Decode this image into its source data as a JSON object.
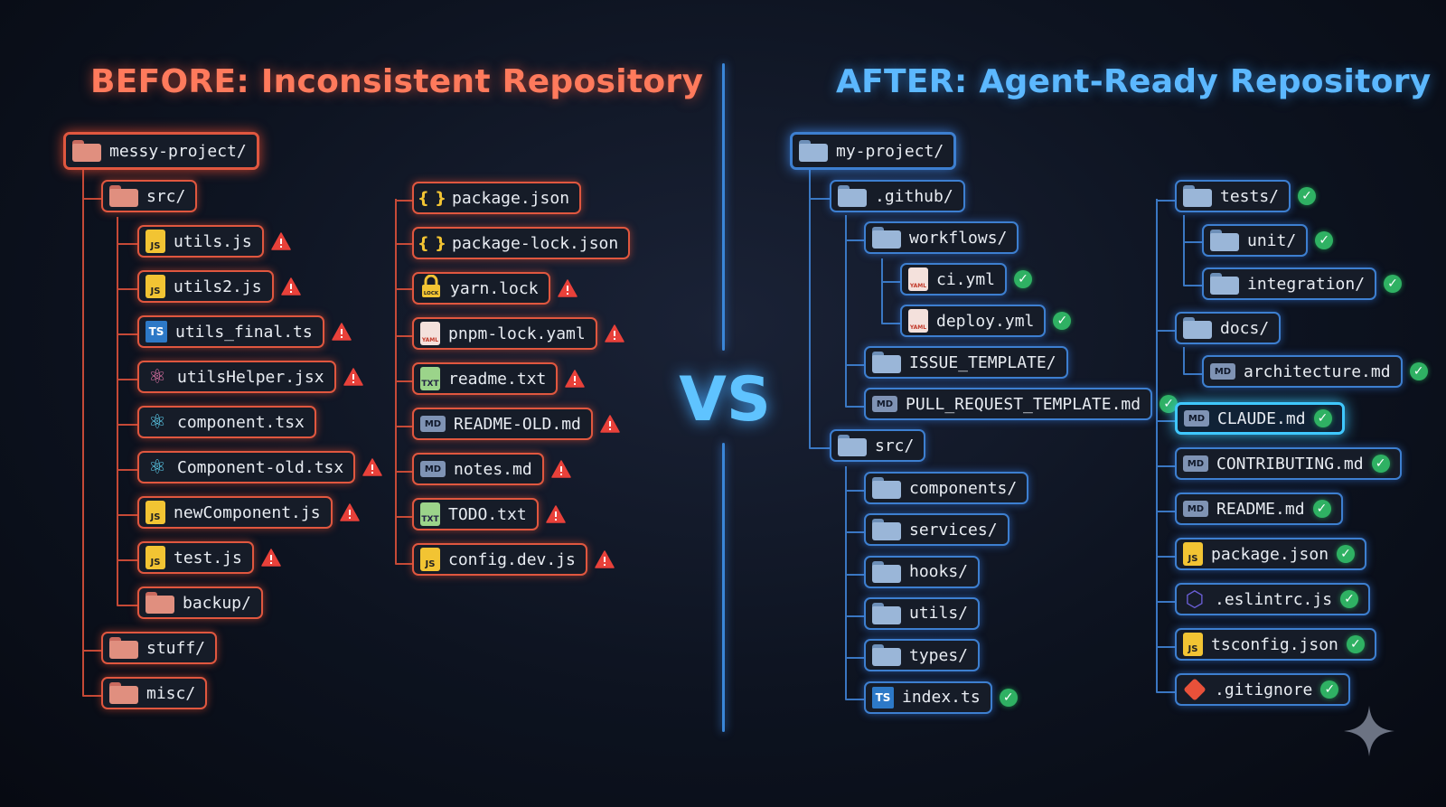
{
  "before": {
    "title": "BEFORE: Inconsistent Repository",
    "root": "messy-project/",
    "src": "src/",
    "src_items": [
      "utils.js",
      "utils2.js",
      "utils_final.ts",
      "utilsHelper.jsx",
      "component.tsx",
      "Component-old.tsx",
      "newComponent.js",
      "test.js",
      "backup/"
    ],
    "stuff": "stuff/",
    "misc": "misc/",
    "root_files": [
      "package.json",
      "package-lock.json",
      "yarn.lock",
      "pnpm-lock.yaml",
      "readme.txt",
      "README-OLD.md",
      "notes.md",
      "TODO.txt",
      "config.dev.js"
    ]
  },
  "vs": "VS",
  "after": {
    "title": "AFTER: Agent-Ready Repository",
    "root": "my-project/",
    "github": ".github/",
    "workflows": "workflows/",
    "ci": "ci.yml",
    "deploy": "deploy.yml",
    "issue_template": "ISSUE_TEMPLATE/",
    "pr_template": "PULL_REQUEST_TEMPLATE.md",
    "src": "src/",
    "src_items": [
      "components/",
      "services/",
      "hooks/",
      "utils/",
      "types/",
      "index.ts"
    ],
    "tests": "tests/",
    "unit": "unit/",
    "integration": "integration/",
    "docs": "docs/",
    "architecture": "architecture.md",
    "root_files": [
      "CLAUDE.md",
      "CONTRIBUTING.md",
      "README.md",
      "package.json",
      ".eslintrc.js",
      "tsconfig.json",
      ".gitignore"
    ]
  },
  "icon_labels": {
    "js": "JS",
    "ts": "TS",
    "md": "MD",
    "txt": "TXT",
    "yaml": "YAML",
    "lock": "LOCK",
    "json": "{ }",
    "check": "✓"
  },
  "colors": {
    "before_accent": "#ff7a5c",
    "after_accent": "#5cb8ff",
    "warning": "#e8413a",
    "ok": "#2fb163"
  }
}
